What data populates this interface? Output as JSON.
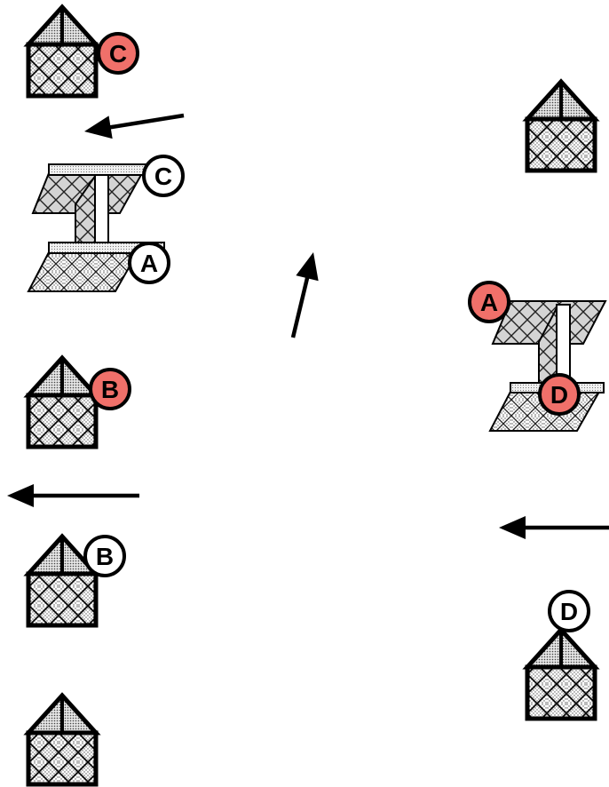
{
  "colors": {
    "stroke": "#000000",
    "background": "#ffffff",
    "highlight_label_fill": "#f0706a",
    "plain_label_fill": "#ffffff"
  },
  "houses": [
    {
      "label": "C",
      "highlighted": true
    },
    {
      "label": "",
      "highlighted": false
    },
    {
      "label": "B",
      "highlighted": true
    },
    {
      "label": "B",
      "highlighted": false
    },
    {
      "label": "",
      "highlighted": false
    },
    {
      "label": "D",
      "highlighted": false
    }
  ],
  "bridges": [
    {
      "top_label": "C",
      "top_highlighted": false,
      "bottom_label": "A",
      "bottom_highlighted": false
    },
    {
      "top_label": "A",
      "top_highlighted": true,
      "bottom_label": "D",
      "bottom_highlighted": true
    }
  ],
  "arrows": [
    {
      "direction": "left"
    },
    {
      "direction": "up"
    },
    {
      "direction": "left"
    },
    {
      "direction": "left"
    }
  ]
}
